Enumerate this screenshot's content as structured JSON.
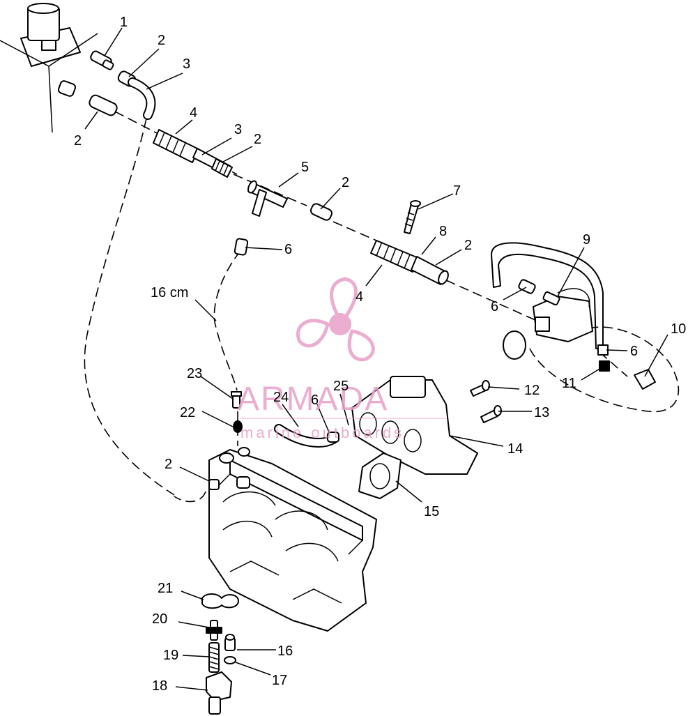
{
  "labels": {
    "l1": "1",
    "l2a": "2",
    "l3a": "3",
    "l2b": "2",
    "l4a": "4",
    "l3b": "3",
    "l2c": "2",
    "l5": "5",
    "l2d": "2",
    "l7": "7",
    "l8": "8",
    "l2e": "2",
    "l9": "9",
    "l6a": "6",
    "l16cm": "16 cm",
    "l4b": "4",
    "l6b": "6",
    "l10": "10",
    "l6c": "6",
    "l11": "11",
    "l12": "12",
    "l13": "13",
    "l14": "14",
    "l23": "23",
    "l25": "25",
    "l24": "24",
    "l6d": "6",
    "l22": "22",
    "l2f": "2",
    "l15": "15",
    "l21": "21",
    "l20": "20",
    "l16": "16",
    "l19": "19",
    "l17": "17",
    "l18": "18"
  },
  "watermark": {
    "brand": "ARMADA",
    "tagline": "marine outboards",
    "color": "#e8a0c8"
  }
}
